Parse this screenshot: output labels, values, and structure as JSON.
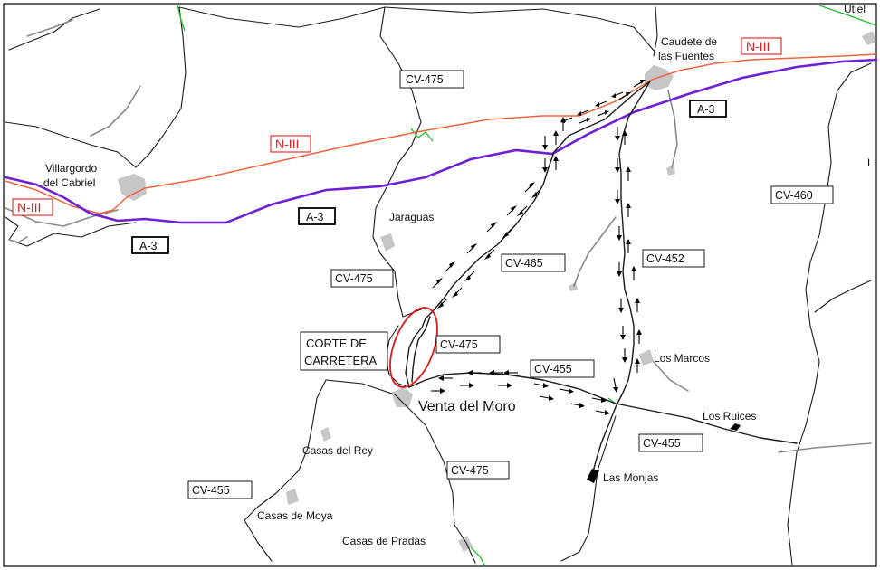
{
  "map": {
    "colors": {
      "n3_road": "#f0643c",
      "a3_motorway": "#6f1fd6",
      "boundary": "#1fbf2a",
      "local_road": "#1a1a1a",
      "secondary_road": "#8a8a8a",
      "town_area": "#c6c6c6",
      "closure_marker": "#e01a1a"
    },
    "road_labels": {
      "n3_top": "N-III",
      "n3_middle": "N-III",
      "n3_left": "N-III",
      "a3_top": "A-3",
      "a3_middle": "A-3",
      "a3_left": "A-3",
      "cv475_top": "CV-475",
      "cv475_mid": "CV-475",
      "cv475_cut": "CV-475",
      "cv475_south": "CV-475",
      "cv465": "CV-465",
      "cv452": "CV-452",
      "cv460": "CV-460",
      "cv455_center": "CV-455",
      "cv455_east": "CV-455",
      "cv455_southwest": "CV-455"
    },
    "places": {
      "utiel": "Utiel",
      "caudete_line1": "Caudete de",
      "caudete_line2": "las Fuentes",
      "villargordo_line1": "Villargordo",
      "villargordo_line2": "del Cabriel",
      "jaraguas": "Jaraguas",
      "venta_del_moro": "Venta del Moro",
      "los_marcos": "Los Marcos",
      "los_ruices": "Los Ruices",
      "las_monjas": "Las Monjas",
      "casas_del_rey": "Casas del Rey",
      "casas_de_moya": "Casas de Moya",
      "casas_de_pradas": "Casas de Pradas",
      "edge_letter": "L"
    },
    "closure": {
      "line1": "CORTE DE",
      "line2": "CARRETERA"
    }
  }
}
